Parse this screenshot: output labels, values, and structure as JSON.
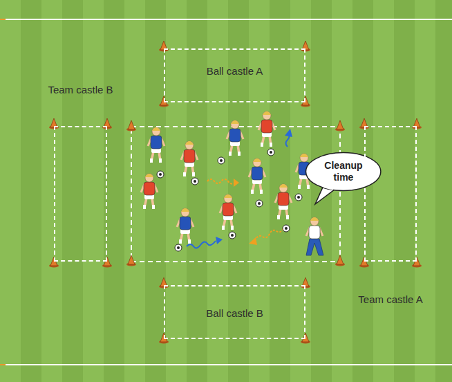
{
  "diagram": {
    "nodes": [
      {
        "text": [
          "Ball castle A"
        ]
      },
      {
        "text": [
          "Team castle B"
        ]
      },
      {
        "text": [
          "Cleanup time"
        ]
      },
      {
        "text": [
          "Team castle A"
        ]
      },
      {
        "text": [
          "Ball castle B"
        ]
      }
    ]
  }
}
